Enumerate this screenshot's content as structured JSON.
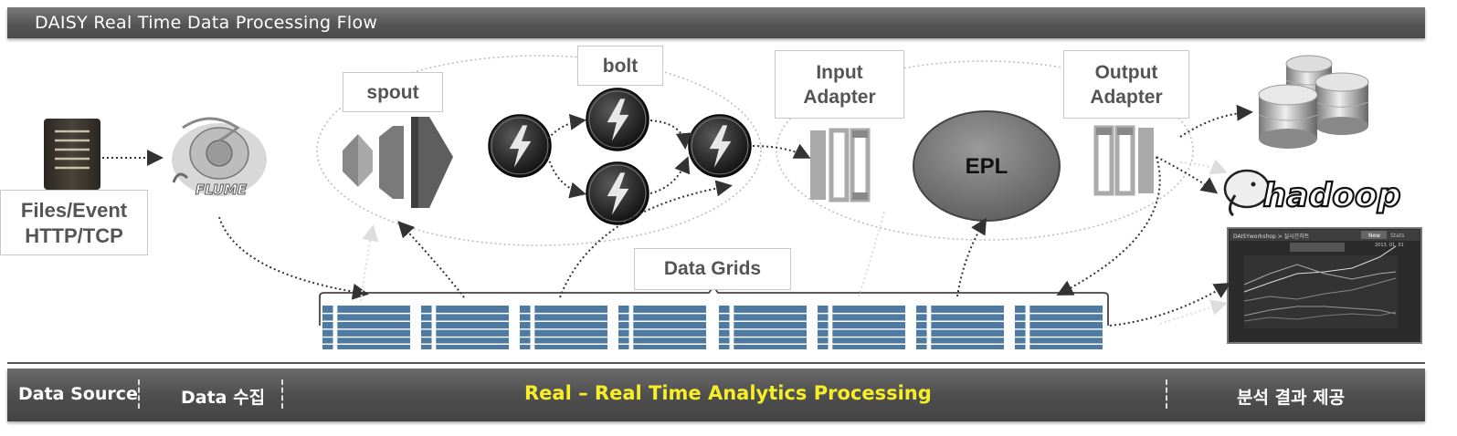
{
  "header": {
    "title": "DAISY  Real  Time  Data  Processing   Flow"
  },
  "source": {
    "line1": "Files/Event",
    "line2": "HTTP/TCP"
  },
  "storm": {
    "spout": "spout",
    "bolt": "bolt"
  },
  "adapters": {
    "input_line1": "Input",
    "input_line2": "Adapter",
    "output_line1": "Output",
    "output_line2": "Adapter"
  },
  "epl": "EPL",
  "flume": "FLUME",
  "hadoop": "hadoop",
  "data_grids": "Data Grids",
  "dashboard": {
    "breadcrumb": "DAISYworkshop > 실시간차트",
    "tab_active": "New",
    "tab2": "Stats",
    "date": "2013. 01. 01"
  },
  "footer": {
    "data_source": "Data Source",
    "data_collect": "Data 수집",
    "processing": "Real – Real Time Analytics Processing",
    "result": "분석 결과 제공"
  },
  "colors": {
    "grid_blue": "#4e7aa1",
    "header_bg": "#555555",
    "footer_accent": "#f6ee28",
    "bolt_dark": "#2a2a2a",
    "epl_gray": "#777777"
  },
  "icons": [
    "server-icon",
    "flume-logo-icon",
    "spout-shapes-icon",
    "bolt-icon",
    "adapter-bars-icon",
    "epl-ellipse-icon",
    "database-icon",
    "hadoop-elephant-icon",
    "dashboard-chart-thumbnail"
  ]
}
